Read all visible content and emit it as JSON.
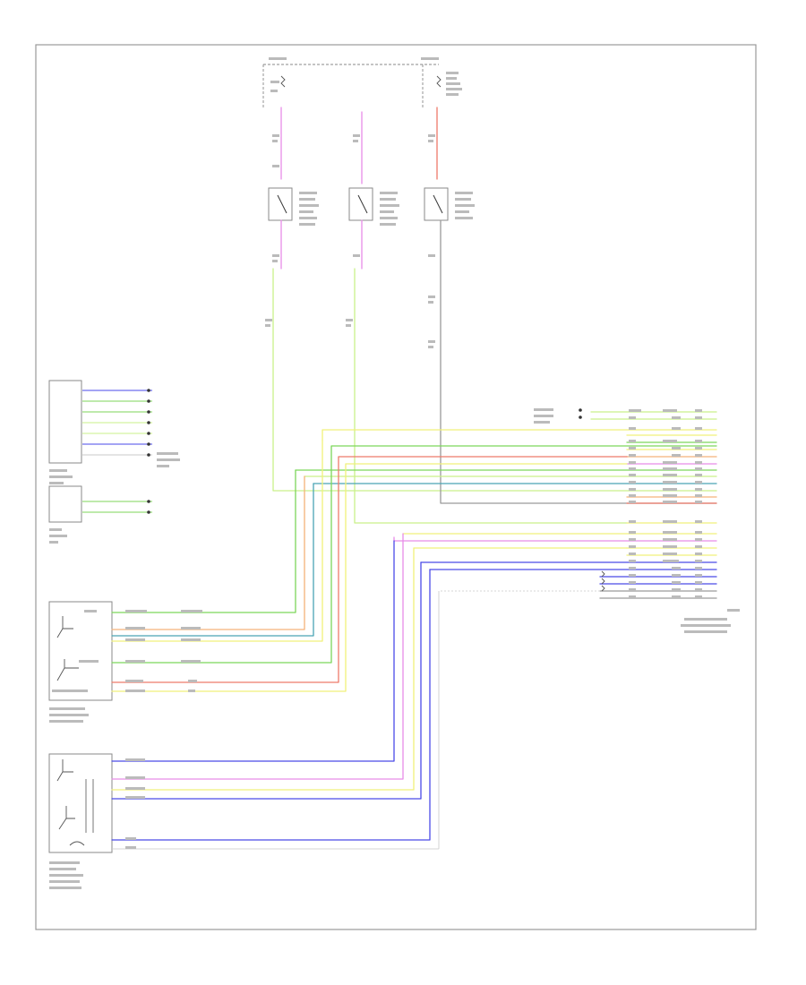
{
  "footer_code": "",
  "colors": {
    "green": "#7cd65a",
    "yellow_green": "#c9f08a",
    "yellow": "#f0f07a",
    "pink": "#e88ce8",
    "blue": "#4a4ae8",
    "teal": "#4aa5b5",
    "red": "#ee7a6a",
    "orange": "#f5b27a",
    "gray": "#9a9a9a",
    "light_gray": "#c8c8c8"
  },
  "components": [
    {
      "id": "hot-fuse-left",
      "label": ""
    },
    {
      "id": "hot-fuse-right",
      "label": ""
    },
    {
      "id": "switch-1",
      "label": ""
    },
    {
      "id": "switch-2",
      "label": ""
    },
    {
      "id": "switch-3",
      "label": ""
    },
    {
      "id": "module-left-connector",
      "label": ""
    },
    {
      "id": "module-left-lower",
      "label": ""
    },
    {
      "id": "sensor-upper",
      "label": ""
    },
    {
      "id": "sensor-lower",
      "label": ""
    },
    {
      "id": "control-module-right",
      "label": ""
    }
  ]
}
